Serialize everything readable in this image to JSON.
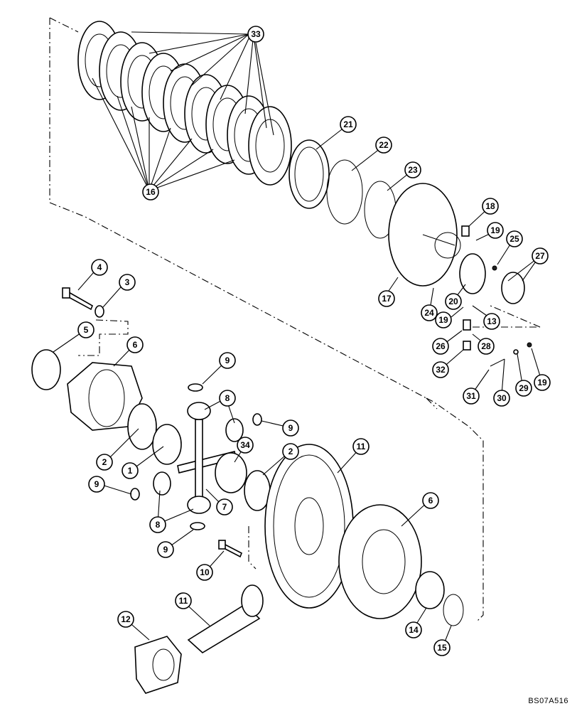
{
  "figure": {
    "code": "BS07A516"
  },
  "callouts": [
    {
      "id": "c33",
      "label": "33"
    },
    {
      "id": "c16",
      "label": "16"
    },
    {
      "id": "c21",
      "label": "21"
    },
    {
      "id": "c22",
      "label": "22"
    },
    {
      "id": "c23",
      "label": "23"
    },
    {
      "id": "c18",
      "label": "18"
    },
    {
      "id": "c19a",
      "label": "19"
    },
    {
      "id": "c25",
      "label": "25"
    },
    {
      "id": "c27",
      "label": "27"
    },
    {
      "id": "c17",
      "label": "17"
    },
    {
      "id": "c24",
      "label": "24"
    },
    {
      "id": "c20",
      "label": "20"
    },
    {
      "id": "c19b",
      "label": "19"
    },
    {
      "id": "c13",
      "label": "13"
    },
    {
      "id": "c26",
      "label": "26"
    },
    {
      "id": "c28",
      "label": "28"
    },
    {
      "id": "c32",
      "label": "32"
    },
    {
      "id": "c31",
      "label": "31"
    },
    {
      "id": "c30",
      "label": "30"
    },
    {
      "id": "c29",
      "label": "29"
    },
    {
      "id": "c19c",
      "label": "19"
    },
    {
      "id": "c4",
      "label": "4"
    },
    {
      "id": "c3",
      "label": "3"
    },
    {
      "id": "c5",
      "label": "5"
    },
    {
      "id": "c6a",
      "label": "6"
    },
    {
      "id": "c9a",
      "label": "9"
    },
    {
      "id": "c8a",
      "label": "8"
    },
    {
      "id": "c9b",
      "label": "9"
    },
    {
      "id": "c2a",
      "label": "2"
    },
    {
      "id": "c1",
      "label": "1"
    },
    {
      "id": "c34",
      "label": "34"
    },
    {
      "id": "c2b",
      "label": "2"
    },
    {
      "id": "c11a",
      "label": "11"
    },
    {
      "id": "c9c",
      "label": "9"
    },
    {
      "id": "c7",
      "label": "7"
    },
    {
      "id": "c8b",
      "label": "8"
    },
    {
      "id": "c9d",
      "label": "9"
    },
    {
      "id": "c6b",
      "label": "6"
    },
    {
      "id": "c10",
      "label": "10"
    },
    {
      "id": "c11b",
      "label": "11"
    },
    {
      "id": "c12",
      "label": "12"
    },
    {
      "id": "c14",
      "label": "14"
    },
    {
      "id": "c15",
      "label": "15"
    }
  ]
}
